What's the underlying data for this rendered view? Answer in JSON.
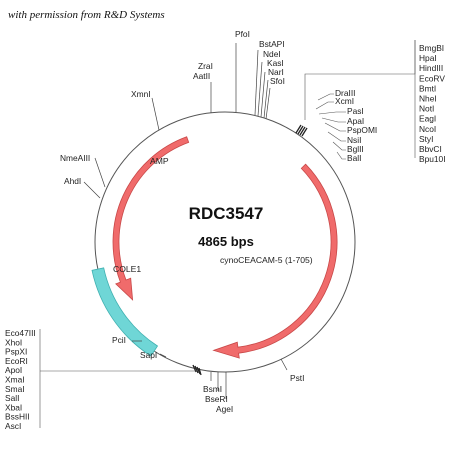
{
  "credit": "with permission from R&D Systems",
  "plasmid": {
    "name": "RDC3547",
    "size": "4865 bps"
  },
  "colors": {
    "backbone": "#555555",
    "arrow_fill": "#f06b6b",
    "arrow_stroke": "#c84848",
    "origin_fill": "#6fd6d6",
    "origin_stroke": "#3fb0b0"
  },
  "features": {
    "amp": "AMP",
    "cole1": "COLE1",
    "insert": "cynoCEACAM-5 (1-705)"
  },
  "sites": {
    "pfol": "PfoI",
    "zrai": "ZraI",
    "aatii": "AatII",
    "xmni": "XmnI",
    "nmeaiii": "NmeAIII",
    "ahdi": "AhdI",
    "pcii": "PciI",
    "sapi": "SapI",
    "bsmi": "BsmI",
    "bseri": "BseRI",
    "agei": "AgeI",
    "psti": "PstI",
    "ball": "BalI",
    "bglii": "BglII",
    "nsii": "NsiI",
    "pspomi": "PspOMI",
    "apai": "ApaI",
    "pasi": "PasI",
    "xcmi": "XcmI",
    "draiii": "DraIII",
    "bstapi": "BstAPI",
    "ndei": "NdeI",
    "kasi": "KasI",
    "nari": "NarI",
    "sfoi": "SfoI"
  },
  "mcs_top": [
    "BmgBI",
    "HpaI",
    "HindIII",
    "EcoRV",
    "BmtI",
    "NheI",
    "NotI",
    "EagI",
    "NcoI",
    "StyI",
    "BbvCI",
    "Bpu10I"
  ],
  "mcs_bottom": [
    "Eco47III",
    "XhoI",
    "PspXI",
    "EcoRI",
    "ApoI",
    "XmaI",
    "SmaI",
    "SalI",
    "XbaI",
    "BssHII",
    "AscI"
  ]
}
